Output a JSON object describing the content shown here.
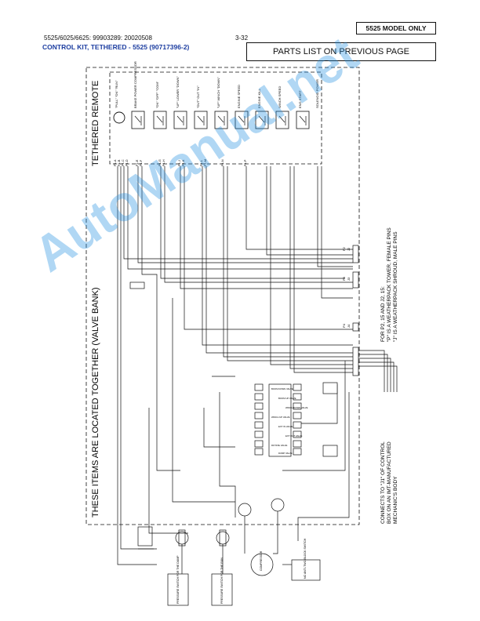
{
  "header": {
    "doc_ref": "5525/6025/6625: 99903289: 20020508",
    "page": "3-32",
    "title": "CONTROL KIT, TETHERED - 5525 (90717396-2)",
    "model_badge": "5525 MODEL ONLY",
    "parts_note": "PARTS LIST ON PREVIOUS PAGE"
  },
  "diagram": {
    "remote_label": "TETHERED REMOTE",
    "valve_bank_label": "THESE ITEMS ARE LOCATED TOGETHER (VALVE BANK)",
    "remote_switches": [
      "\"PULL\" \"ON\" \"RUN\"",
      "BRAKE POWER COMPRESSOR",
      "\"ON\" \"OFF\" \"COM\"",
      "\"UP\" LOWER \"DOWN\"",
      "\"OUT\" OUT \"IN\"",
      "\"UP\" WINCH \"DOWN\"",
      "ENGINE SPEED",
      "ENGINE KILL",
      "WINCH SPEED",
      "ENG START",
      "SOLENOID POWER"
    ],
    "pin_labels": [
      "P1-A",
      "P1-B",
      "P1-C",
      "P1-D",
      "P1-E",
      "P1-F",
      "P1-G",
      "P1-H",
      "P1-J",
      "P1-K",
      "P1-L",
      "P1-M",
      "P1-N",
      "P1-P"
    ],
    "connector_labels": [
      "P2",
      "J2",
      "P3",
      "J3",
      "J4",
      "P4"
    ],
    "valve_labels": [
      "BOOM DOWN VALVE",
      "BOOM UP VALVE",
      "WINCH DOWN VALVE",
      "WINCH UP VALVE",
      "EXT IN VALVE",
      "EXT OUT VALVE",
      "ROTATE VALVE",
      "DUMP VALVE"
    ],
    "pressure_labels": [
      "PRESSURE SWITCH FOR THE DUMP",
      "PRESSURE SWITCH FOR THE RUN"
    ],
    "relay_labels": [
      "COMPRESSOR",
      "NO ANTI-TWO-BLOCK SWITCH"
    ],
    "notes": {
      "pins": [
        "FOR P2, 15 AND J2, 15:",
        "\"P\" IS A WEATHERPACK TOWER, FEMALE PINS",
        "\"J\" IS A WEATHERPACK SHROUD, MALE PINS"
      ],
      "connects": [
        "CONNECTS TO \"J1\" OF CONTROL",
        "BOX ON AN IMT-MANUFACTURED",
        "MECHANIC'S BODY"
      ]
    }
  },
  "watermark": "AutoManual.net",
  "colors": {
    "title_blue": "#1c3da0",
    "watermark_blue": "#1f8fe0"
  }
}
